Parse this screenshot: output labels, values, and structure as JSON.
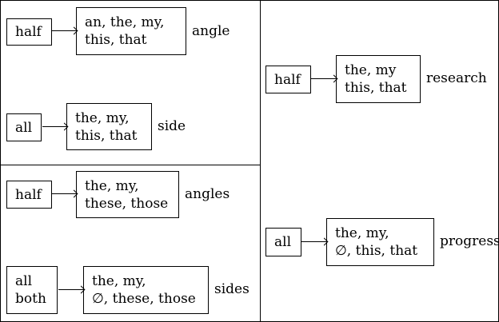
{
  "panels": [
    {
      "source": [
        "half"
      ],
      "targets": [
        "an, the, my,",
        "this, that"
      ],
      "noun": "angle"
    },
    {
      "source": [
        "all"
      ],
      "targets": [
        "the, my,",
        "this, that"
      ],
      "noun": "side"
    },
    {
      "source": [
        "half"
      ],
      "targets": [
        "the, my,",
        "these, those"
      ],
      "noun": "angles"
    },
    {
      "source": [
        "all",
        "both"
      ],
      "targets": [
        "the, my,",
        "∅, these, those"
      ],
      "noun": "sides"
    },
    {
      "source": [
        "half"
      ],
      "targets": [
        "the, my",
        "this, that"
      ],
      "noun": "research"
    },
    {
      "source": [
        "all"
      ],
      "targets": [
        "the, my,",
        "∅, this, that"
      ],
      "noun": "progress"
    }
  ]
}
